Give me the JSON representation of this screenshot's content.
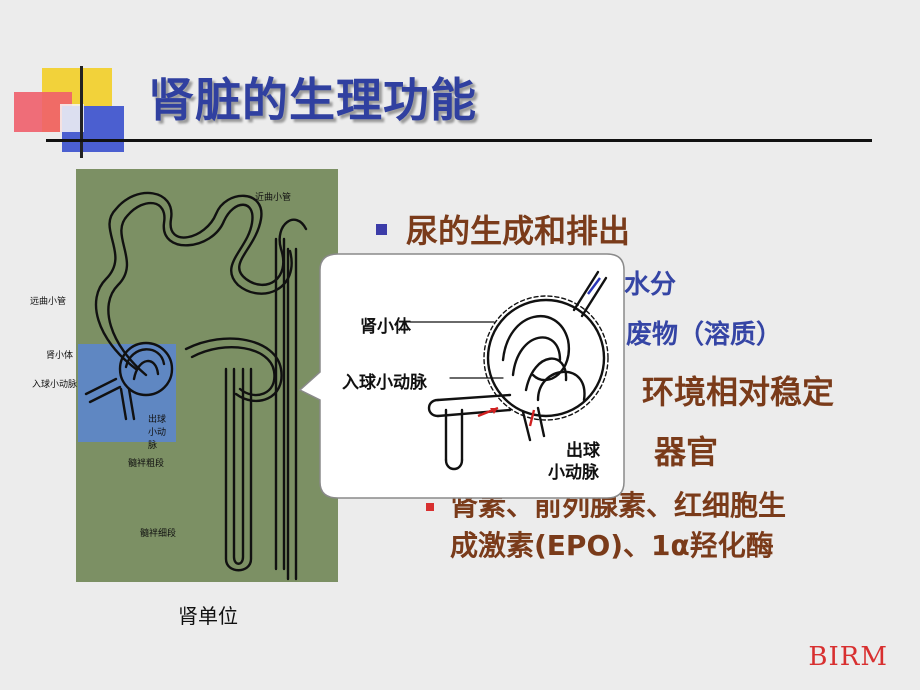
{
  "slide": {
    "title": "肾脏的生理功能",
    "figure": {
      "caption": "肾单位",
      "labels": {
        "proximal_convoluted": "近曲小管",
        "distal_convoluted": "远曲小管",
        "renal_corpuscle": "肾小体",
        "afferent_arteriole": "入球小动脉",
        "efferent_arteriole": "出球小动脉",
        "thick_segment": "髓袢粗段",
        "thin_segment": "髓袢细段"
      }
    },
    "callout": {
      "labels": {
        "renal_corpuscle": "肾小体",
        "afferent_arteriole": "入球小动脉",
        "efferent_line1": "出球",
        "efferent_line2": "小动脉"
      }
    },
    "bullets": {
      "main1": "尿的生成和排出",
      "sub1": "水分",
      "sub2": "废物（溶质）",
      "main2": "环境相对稳定",
      "main3": "器官",
      "sub3_line1": "肾素、前列腺素、红细胞生",
      "sub3_line2": "成激素(EPO)、1α羟化酶"
    },
    "footer_logo": "BIRM"
  },
  "colors": {
    "title": "#3040a0",
    "body_text": "#7a3b1a",
    "bullet": "#3c3ca8",
    "figure_bg": "#7c9064",
    "highlight": "#5a86d2",
    "logo": "#d83030"
  }
}
